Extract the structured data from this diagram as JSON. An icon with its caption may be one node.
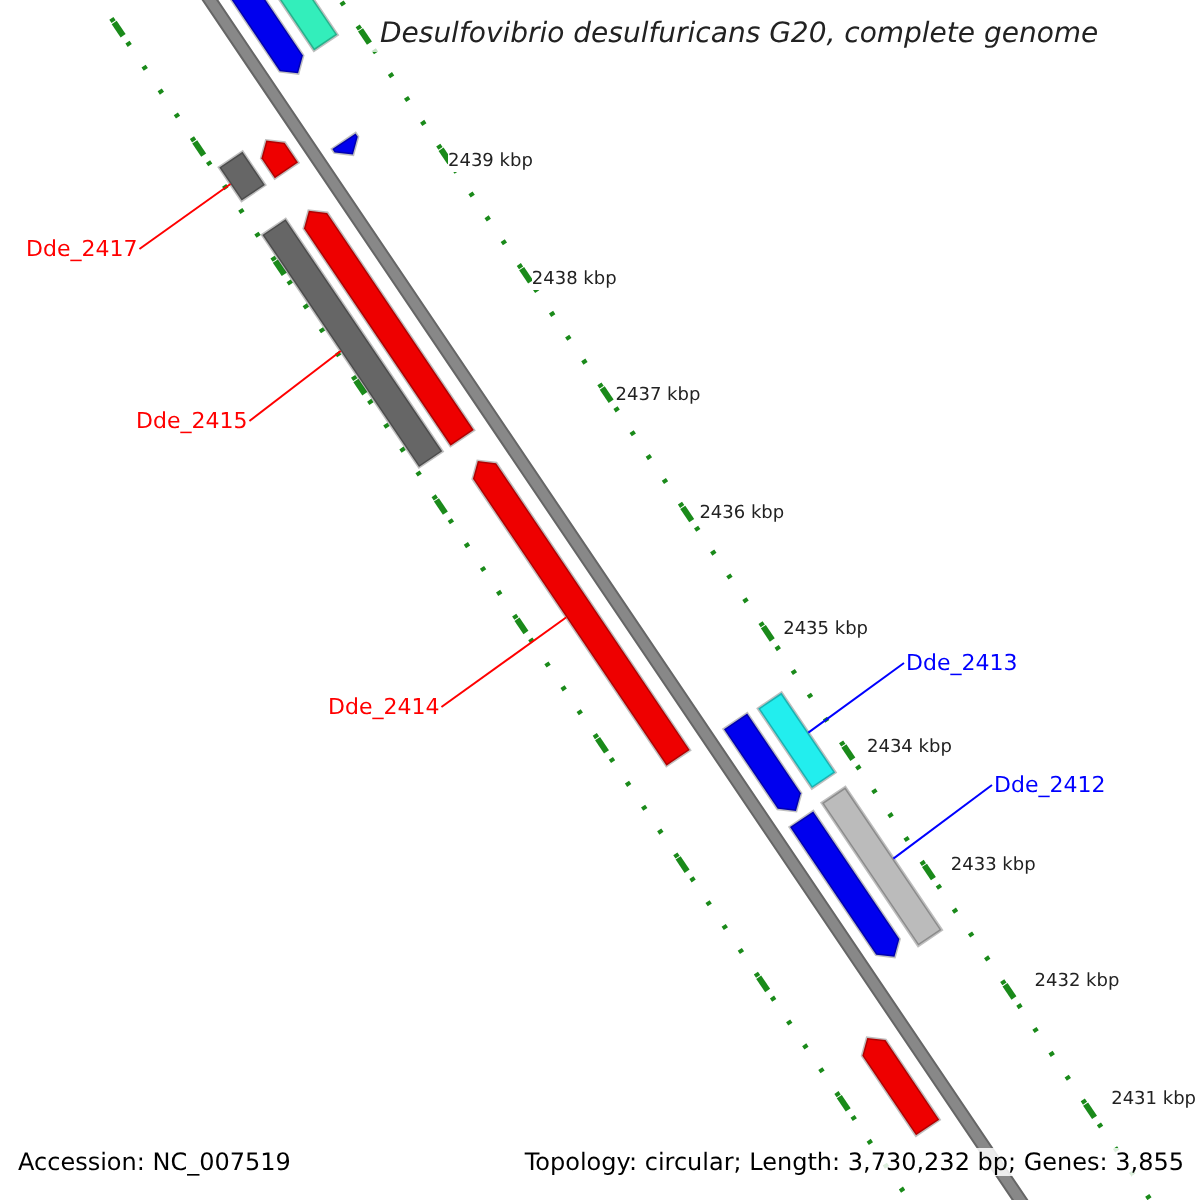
{
  "diagram": {
    "title": "Desulfovibrio desulfuricans G20, complete genome",
    "nodes": [
      {
        "text": [
          "Dde_2417"
        ]
      },
      {
        "text": [
          "Dde_2415"
        ]
      },
      {
        "text": [
          "Dde_2414"
        ]
      },
      {
        "text": [
          "Dde_2413"
        ]
      },
      {
        "text": [
          "Dde_2412"
        ]
      },
      {
        "text": [],
        "shape": "arrow"
      },
      {
        "text": [],
        "shape": "bar"
      },
      {
        "text": [],
        "shape": "bar"
      },
      {
        "text": [],
        "shape": "arrow"
      },
      {
        "text": [],
        "shape": "arrow"
      },
      {
        "text": [],
        "shape": "bar"
      },
      {
        "text": [],
        "shape": "arrow"
      },
      {
        "text": [],
        "shape": "arrow"
      },
      {
        "text": [],
        "shape": "arrow"
      },
      {
        "text": [],
        "shape": "bar"
      },
      {
        "text": [],
        "shape": "bar"
      },
      {
        "text": [],
        "shape": "arrow"
      },
      {
        "text": [],
        "shape": "arrow"
      }
    ],
    "edges": [
      {
        "from": 0,
        "to": 7,
        "arrow": "none"
      },
      {
        "from": 1,
        "to": 10,
        "arrow": "none"
      },
      {
        "from": 2,
        "to": 12,
        "arrow": "none"
      },
      {
        "from": 3,
        "to": 14,
        "arrow": "none",
        "color": "#0000ff"
      },
      {
        "from": 4,
        "to": 15,
        "arrow": "none",
        "color": "#0000ff"
      }
    ],
    "labels": [
      "2439 kbp",
      "2438 kbp",
      "2437 kbp",
      "2436 kbp",
      "2435 kbp",
      "2434 kbp",
      "2433 kbp",
      "2432 kbp",
      "2431 kbp",
      "Accession: NC_007519",
      "Topology: circular; Length: 3,730,232 bp; Genes: 3,855"
    ]
  }
}
